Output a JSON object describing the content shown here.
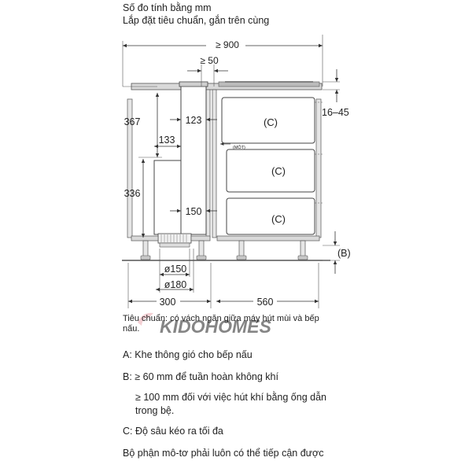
{
  "header": {
    "line1": "Số đo tính bằng mm",
    "line2": "Lắp đặt tiêu chuẩn, gắn trên cùng"
  },
  "dimensions": {
    "total_width": "≥ 900",
    "duct_gap": "≥ 50",
    "top_height": "367",
    "lower_height": "336",
    "offset_133": "133",
    "val_123": "123",
    "val_150": "150",
    "dia_150": "ø150",
    "dia_180": "ø180",
    "width_300": "300",
    "width_560": "560",
    "worktop_thickness": "16–45"
  },
  "labels": {
    "c1": "(C)",
    "c2": "(C)",
    "c3": "(C)",
    "b": "(B)",
    "small": "(MỘT)"
  },
  "notes": {
    "standard": "Tiêu chuẩn: có vách ngăn giữa máy hút mùi và bếp nấu."
  },
  "legend": {
    "a": "A: Khe thông gió cho bếp nấu",
    "b": "B: ≥ 60 mm để tuần hoàn không khí",
    "b2": "≥ 100 mm đối với việc hút khí bằng ống dẫn trong bệ.",
    "c": "C: Độ sâu kéo ra tối đa",
    "motor": "Bộ phận mô-tơ phải luôn có thể tiếp cận được"
  },
  "watermark": {
    "text": "KIDOHOMES",
    "color": "#e8a0a8"
  }
}
